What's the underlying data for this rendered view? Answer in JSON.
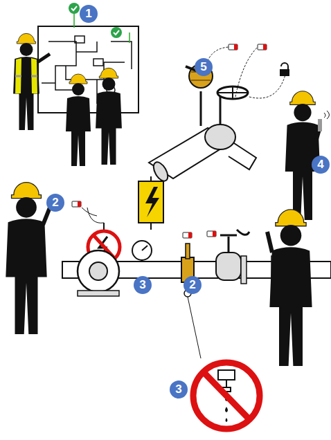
{
  "diagram": {
    "labels": [
      "1",
      "5",
      "4",
      "2",
      "3",
      "2",
      "3"
    ]
  }
}
